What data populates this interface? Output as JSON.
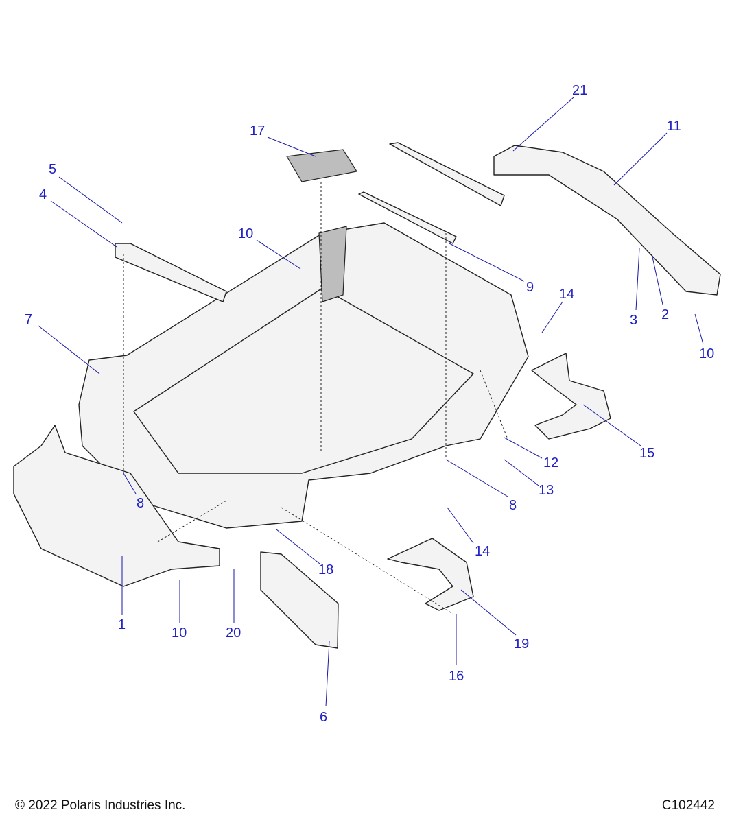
{
  "callouts": [
    {
      "id": "c21",
      "label": "21"
    },
    {
      "id": "c11",
      "label": "11"
    },
    {
      "id": "c17",
      "label": "17"
    },
    {
      "id": "c5",
      "label": "5"
    },
    {
      "id": "c4",
      "label": "4"
    },
    {
      "id": "c10a",
      "label": "10"
    },
    {
      "id": "c9",
      "label": "9"
    },
    {
      "id": "c3",
      "label": "3"
    },
    {
      "id": "c2",
      "label": "2"
    },
    {
      "id": "c10b",
      "label": "10"
    },
    {
      "id": "c14a",
      "label": "14"
    },
    {
      "id": "c7",
      "label": "7"
    },
    {
      "id": "c15",
      "label": "15"
    },
    {
      "id": "c12",
      "label": "12"
    },
    {
      "id": "c13",
      "label": "13"
    },
    {
      "id": "c8a",
      "label": "8"
    },
    {
      "id": "c8b",
      "label": "8"
    },
    {
      "id": "c14b",
      "label": "14"
    },
    {
      "id": "c18",
      "label": "18"
    },
    {
      "id": "c19",
      "label": "19"
    },
    {
      "id": "c16",
      "label": "16"
    },
    {
      "id": "c1",
      "label": "1"
    },
    {
      "id": "c10c",
      "label": "10"
    },
    {
      "id": "c20",
      "label": "20"
    },
    {
      "id": "c6",
      "label": "6"
    }
  ],
  "footer": {
    "copyright": "© 2022 Polaris Industries Inc.",
    "diagram_id": "C102442"
  }
}
